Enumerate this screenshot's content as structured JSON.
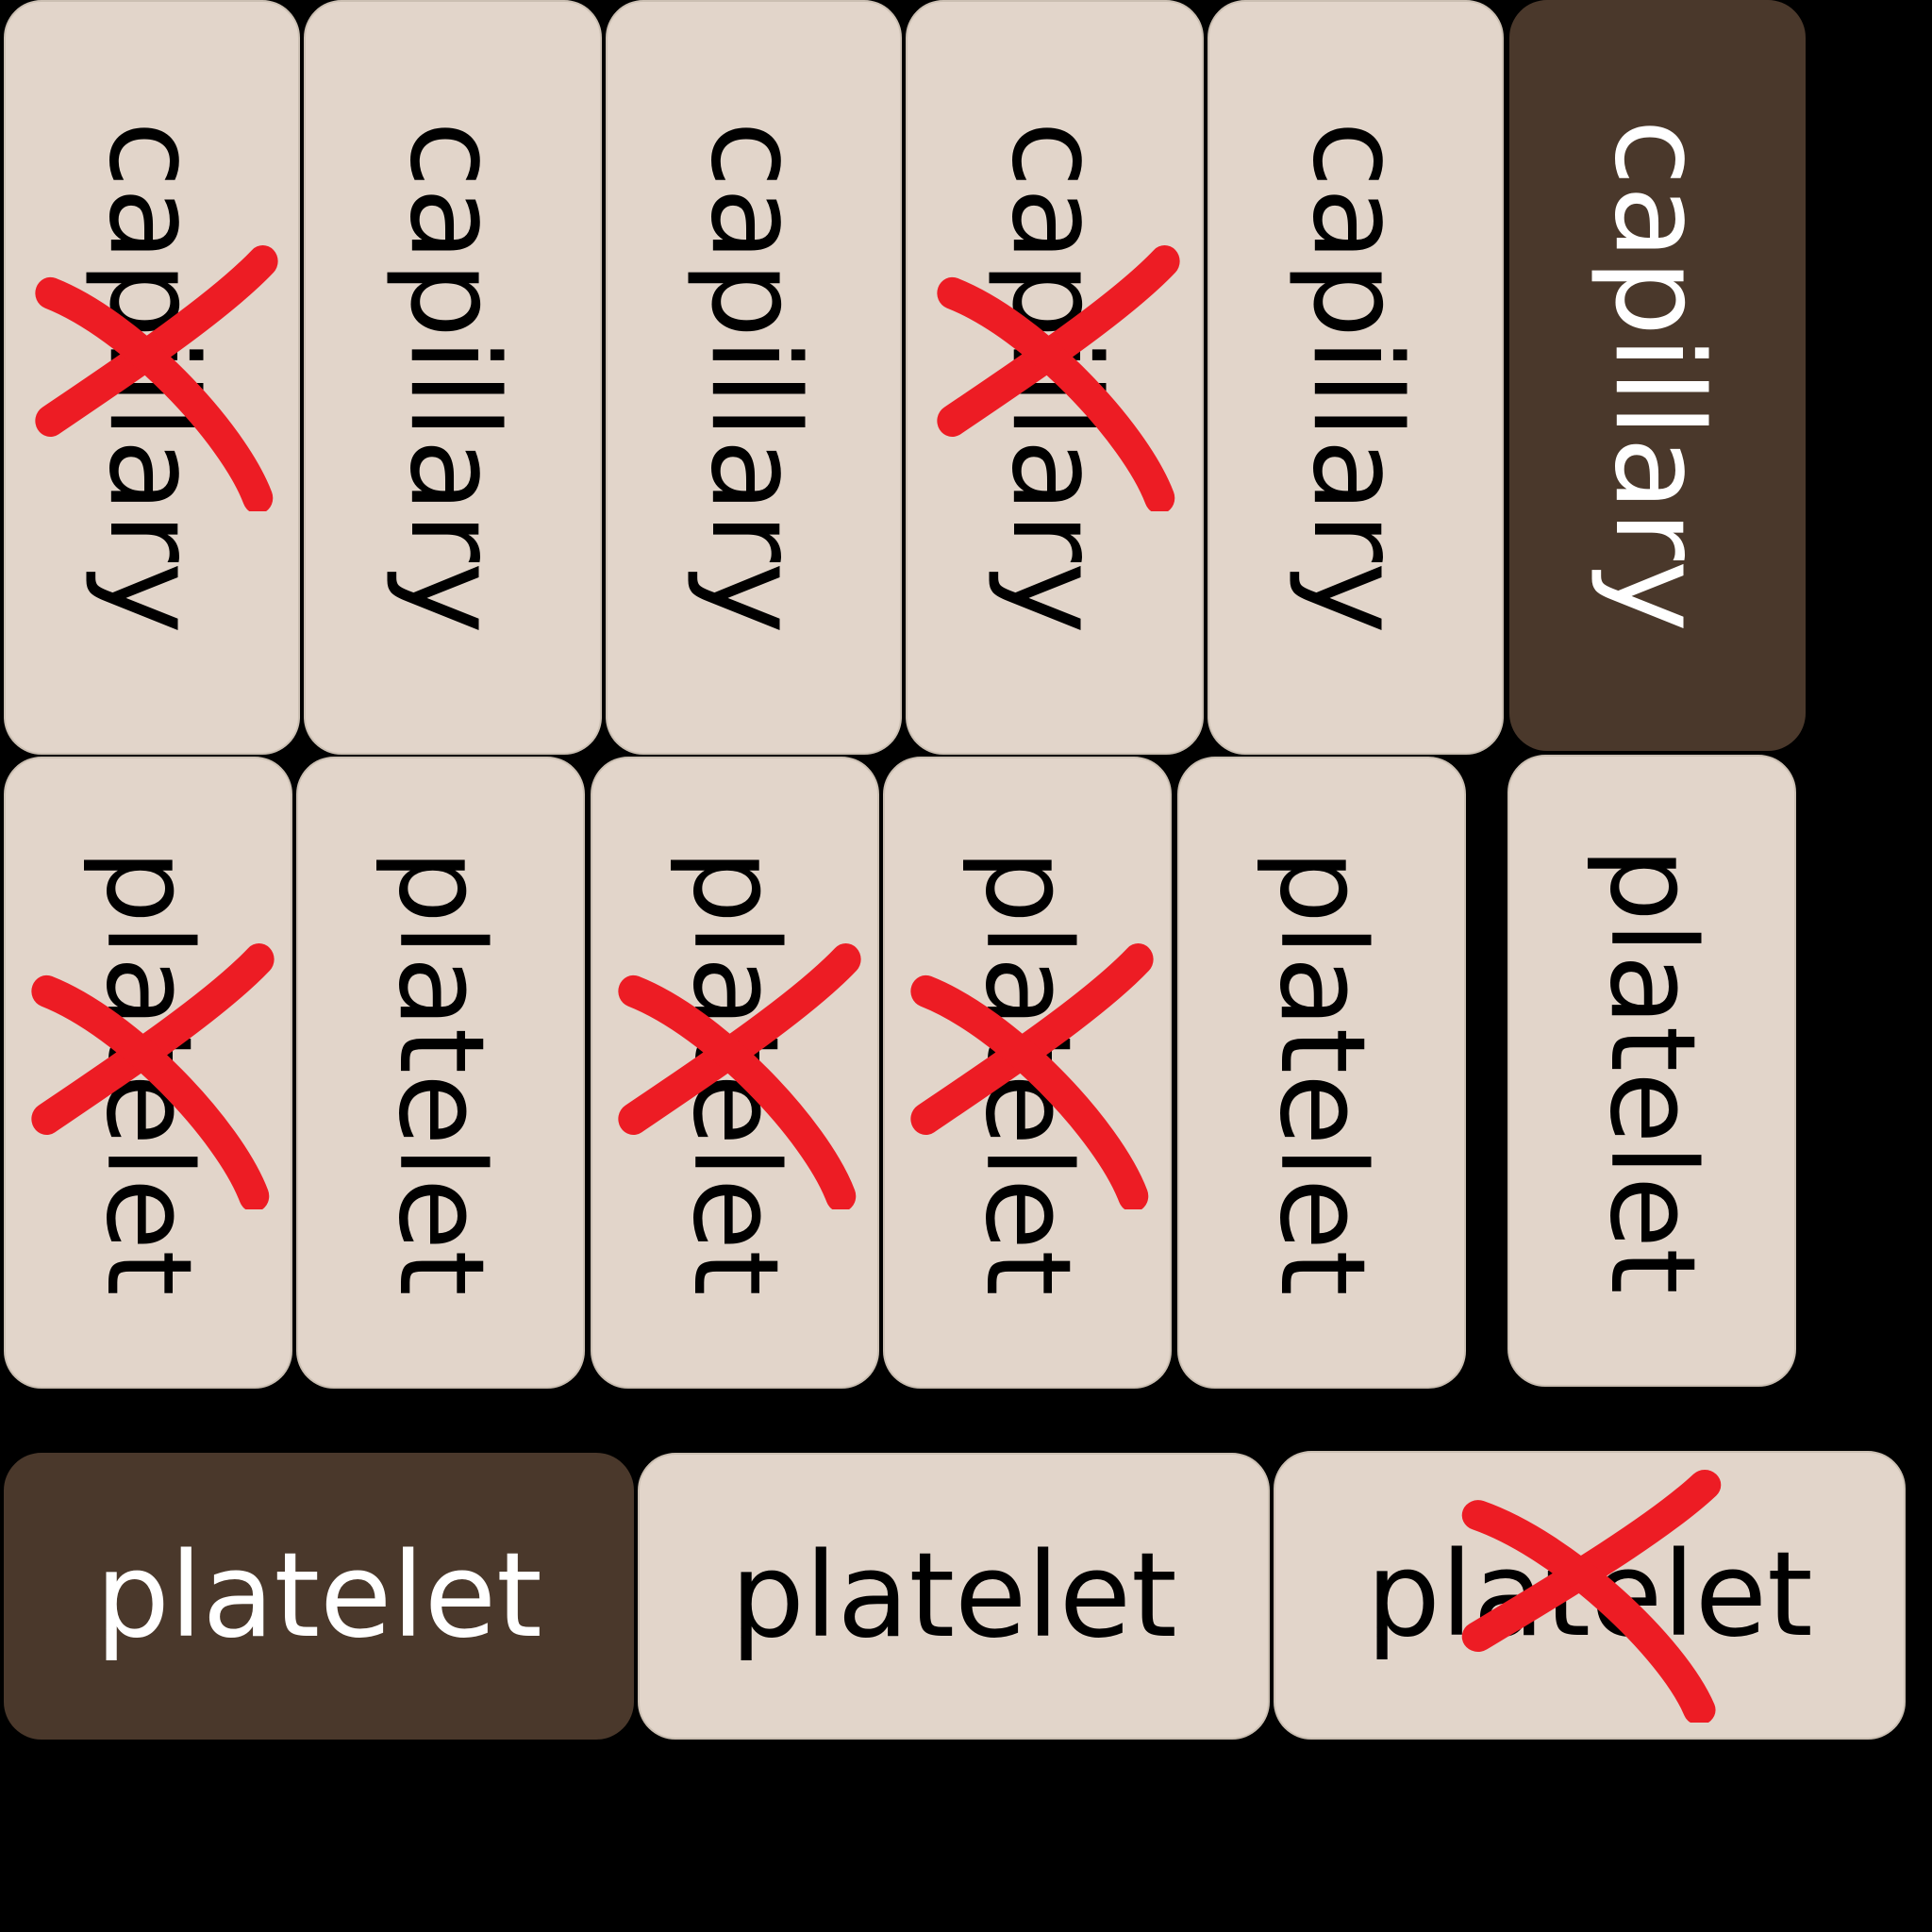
{
  "colors": {
    "card_bg": "#e2d5ca",
    "card_selected_bg": "#4a382b",
    "text": "#000000",
    "text_selected": "#ffffff",
    "cross": "#ed1c24",
    "background": "#000000"
  },
  "rows": {
    "capillary": [
      {
        "label": "capillary",
        "crossed": true,
        "selected": false
      },
      {
        "label": "capillary",
        "crossed": false,
        "selected": false
      },
      {
        "label": "capillary",
        "crossed": false,
        "selected": false
      },
      {
        "label": "capillary",
        "crossed": true,
        "selected": false
      },
      {
        "label": "capillary",
        "crossed": false,
        "selected": false
      },
      {
        "label": "capillary",
        "crossed": false,
        "selected": true
      }
    ],
    "platelet": [
      {
        "label": "platelet",
        "crossed": true,
        "selected": false
      },
      {
        "label": "platelet",
        "crossed": false,
        "selected": false
      },
      {
        "label": "platelet",
        "crossed": true,
        "selected": false
      },
      {
        "label": "platelet",
        "crossed": true,
        "selected": false
      },
      {
        "label": "platelet",
        "crossed": false,
        "selected": false
      },
      {
        "label": "platelet",
        "crossed": false,
        "selected": false
      }
    ],
    "wide": [
      {
        "label": "platelet",
        "crossed": false,
        "selected": true
      },
      {
        "label": "platelet",
        "crossed": false,
        "selected": false
      },
      {
        "label": "platelet",
        "crossed": true,
        "selected": false
      }
    ]
  },
  "icons": {
    "cross": "cross-mark-icon"
  }
}
